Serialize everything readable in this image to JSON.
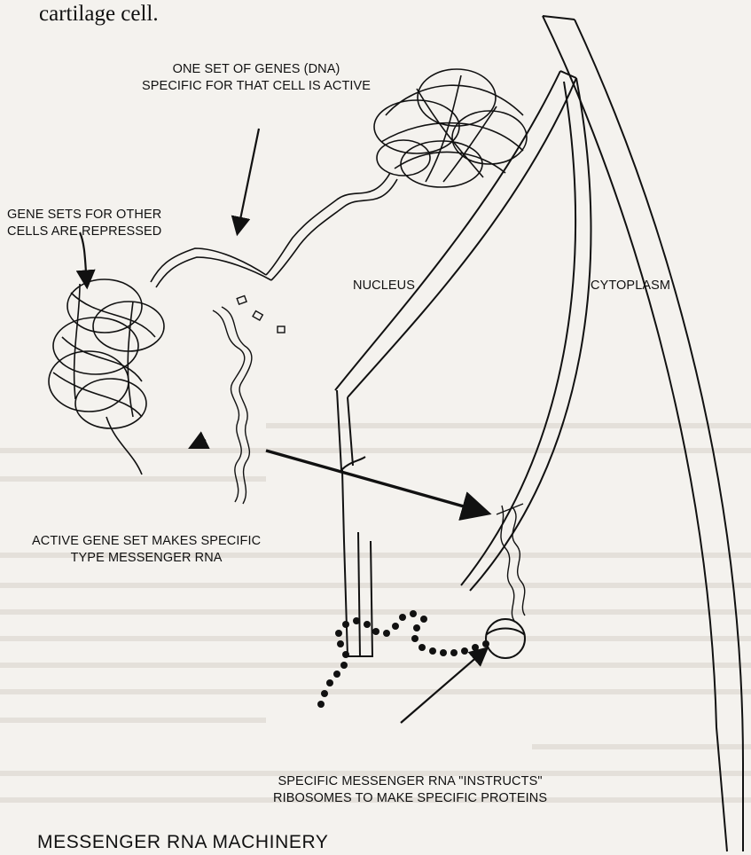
{
  "caption_top": "cartilage cell.",
  "labels": {
    "active_dna": [
      "ONE SET OF GENES (DNA)",
      "SPECIFIC FOR THAT CELL IS ACTIVE"
    ],
    "repressed": [
      "GENE SETS FOR OTHER",
      "CELLS ARE REPRESSED"
    ],
    "nucleus": "NUCLEUS",
    "cytoplasm": "CYTOPLASM",
    "messenger": [
      "ACTIVE GENE SET MAKES SPECIFIC",
      "TYPE MESSENGER RNA"
    ],
    "ribosomes": [
      "SPECIFIC MESSENGER RNA \"INSTRUCTS\"",
      "RIBOSOMES TO MAKE SPECIFIC PROTEINS"
    ]
  },
  "title": "MESSENGER RNA MACHINERY",
  "colors": {
    "ink": "#111111",
    "paper": "#f4f2ee",
    "faint": "#cfcac2"
  }
}
